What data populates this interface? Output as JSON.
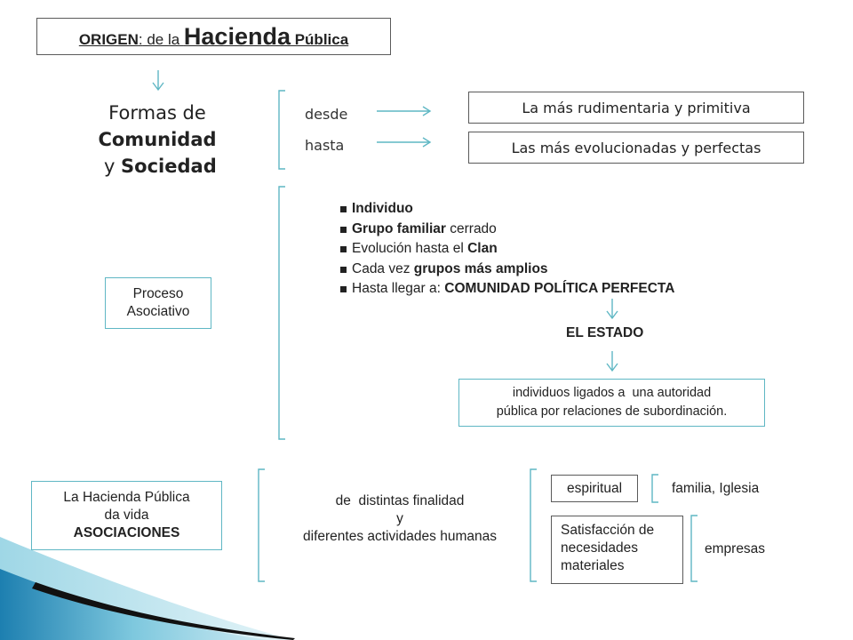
{
  "origen": {
    "label": "ORIGEN",
    "colon": ":",
    "de_la": " de la ",
    "hacienda": "Hacienda",
    "publica": " Pública"
  },
  "formas": {
    "line1": "Formas de",
    "comunidad": "Comunidad",
    "y": " y ",
    "sociedad": "Sociedad"
  },
  "range": {
    "desde": "desde",
    "hasta": "hasta",
    "rudimentaria": "La más rudimentaria y primitiva",
    "evolucionadas": "Las más evolucionadas y perfectas"
  },
  "proceso": {
    "line1": "Proceso",
    "line2": "Asociativo"
  },
  "bullets": [
    {
      "pre": "",
      "bold": "Individuo",
      "post": ""
    },
    {
      "pre": "",
      "bold": "Grupo familiar",
      "post": " cerrado"
    },
    {
      "pre": "Evolución hasta el ",
      "bold": "Clan",
      "post": ""
    },
    {
      "pre": "Cada vez ",
      "bold": "grupos más amplios",
      "post": ""
    },
    {
      "pre": "Hasta llegar a: ",
      "bold": "COMUNIDAD POLÍTICA PERFECTA",
      "post": ""
    }
  ],
  "estado": "EL ESTADO",
  "individuos": {
    "line1": "individuos ligados a  una autoridad",
    "line2": "pública por relaciones de subordinación."
  },
  "hacienda_vida": {
    "line1": "La Hacienda Pública",
    "line2": "da vida",
    "line3": "ASOCIACIONES"
  },
  "finalidad": {
    "line1": "de  distintas finalidad",
    "line2": "y",
    "line3": "diferentes actividades humanas"
  },
  "espiritual": "espiritual",
  "familia": "familia, Iglesia",
  "satisfaccion": {
    "line1": "Satisfacción de",
    "line2": "necesidades",
    "line3": "materiales"
  },
  "empresas": "empresas",
  "colors": {
    "teal": "#5fb7c4",
    "border": "#5a5a5a"
  }
}
